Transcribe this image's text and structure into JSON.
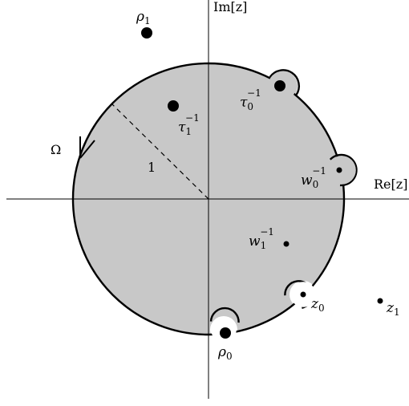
{
  "axes": {
    "real_label": "Re[z]",
    "imag_label": "Im[z]"
  },
  "contour_label": "Ω",
  "radius_label": "1",
  "points": {
    "rho1": {
      "name": "ρ",
      "sub": "1",
      "sup": ""
    },
    "tau1_inv": {
      "name": "τ",
      "sub": "1",
      "sup": "−1"
    },
    "tau0_inv": {
      "name": "τ",
      "sub": "0",
      "sup": "−1"
    },
    "w0_inv": {
      "name": "w",
      "sub": "0",
      "sup": "−1"
    },
    "w1_inv": {
      "name": "w",
      "sub": "1",
      "sup": "−1"
    },
    "z0": {
      "name": "z",
      "sub": "0",
      "sup": ""
    },
    "z1": {
      "name": "z",
      "sub": "1",
      "sup": ""
    },
    "rho0": {
      "name": "ρ",
      "sub": "0",
      "sup": ""
    }
  },
  "colors": {
    "disk_fill": "#c8c8c8",
    "stroke": "#000000",
    "background": "#ffffff"
  }
}
